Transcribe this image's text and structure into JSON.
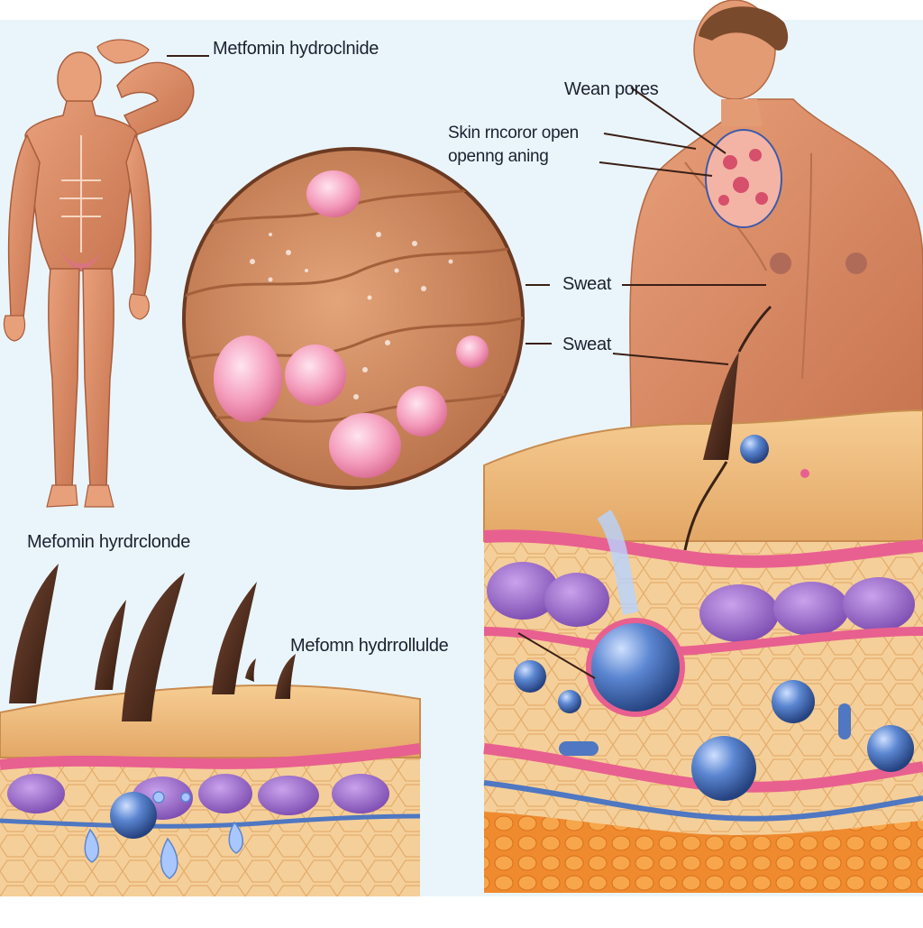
{
  "labels": {
    "top_left": "Metfomin hydroclnide",
    "wean_pores": "Wean pores",
    "skin_line1": "Skin rncoror open",
    "skin_line2": "openng aning",
    "sweat_1": "Sweat",
    "sweat_2": "Sweat",
    "mid_left": "Mefomin hyrdrclonde",
    "mid_center": "Mefomn hydrrollulde"
  },
  "colors": {
    "background": "#eaf5fb",
    "skin": "#d98f66",
    "epidermis": "#f2c185",
    "dermis_pink": "#e86aa5",
    "fat_purple": "#9c6cc9",
    "subcutis_orange": "#f29a3a",
    "sweat_blue": "#3f6fc0"
  }
}
